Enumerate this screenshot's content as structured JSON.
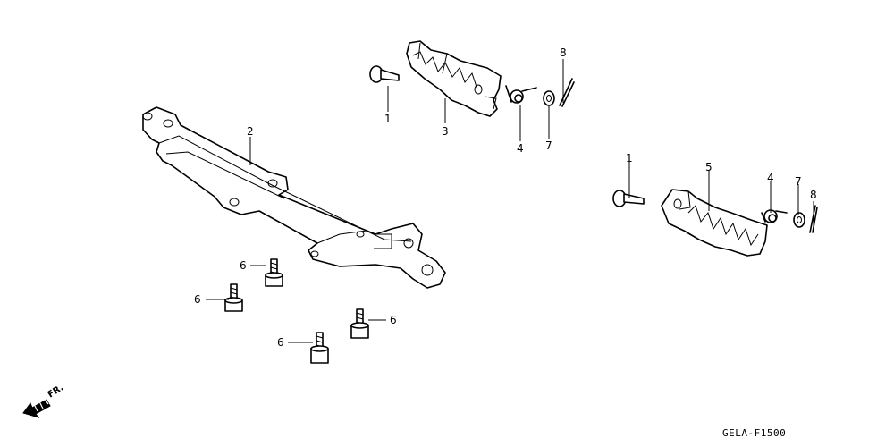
{
  "diagram": {
    "drawing_code": "GELA-F1500",
    "direction_label": "FR.",
    "callouts": {
      "c1a": "1",
      "c2": "2",
      "c3": "3",
      "c4a": "4",
      "c7a": "7",
      "c8a": "8",
      "c1b": "1",
      "c5": "5",
      "c4b": "4",
      "c7b": "7",
      "c8b": "8",
      "c6a": "6",
      "c6b": "6",
      "c6c": "6",
      "c6d": "6"
    }
  }
}
